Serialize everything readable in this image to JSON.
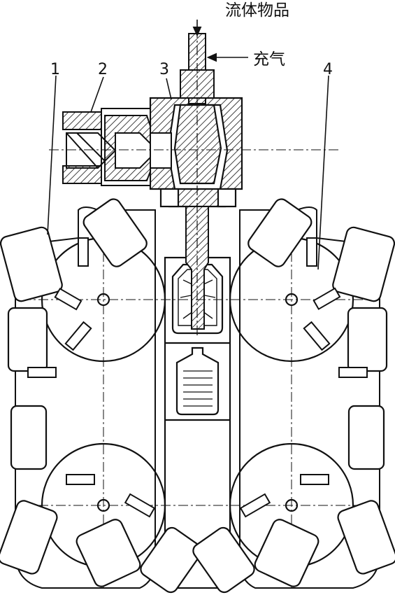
{
  "labels": {
    "top_product": "流体物品",
    "inflate": "充气",
    "part_1": "1",
    "part_2": "2",
    "part_3": "3",
    "part_4": "4"
  }
}
